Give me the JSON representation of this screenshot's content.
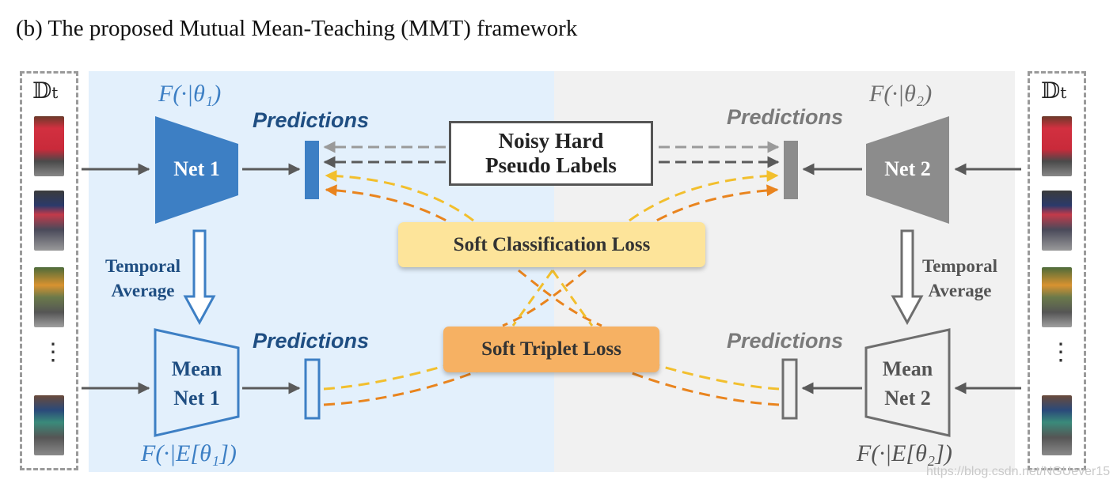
{
  "caption": "(b) The proposed Mutual Mean-Teaching (MMT) framework",
  "dataset_label": "𝔻",
  "dataset_subscript": "t",
  "net1_math": "F(·|θ₁)",
  "net2_math": "F(·|θ₂)",
  "mean_net1_math": "F(·|E[θ₁])",
  "mean_net2_math": "F(·|E[θ₂])",
  "net1_label": "Net 1",
  "net2_label": "Net 2",
  "mean_net1_lines": [
    "Mean",
    "Net 1"
  ],
  "mean_net2_lines": [
    "Mean",
    "Net 2"
  ],
  "predictions_label": "Predictions",
  "temporal_average_lines": [
    "Temporal",
    "Average"
  ],
  "noisy_labels_lines": [
    "Noisy Hard",
    "Pseudo Labels"
  ],
  "soft_classification_loss": "Soft Classification Loss",
  "soft_triplet_loss": "Soft Triplet Loss",
  "ellipsis": "⋮",
  "watermark": "https://blog.csdn.net/NGUever15",
  "colors": {
    "net1_blue": "#3d7fc4",
    "net2_gray": "#8c8c8c",
    "left_panel": "#e3f0fc",
    "right_panel": "#f1f1f1",
    "classification_loss": "#fde49a",
    "triplet_loss": "#f6b163",
    "yellow_dash": "#f2bf2d",
    "orange_dash": "#e9841e",
    "label_blue": "#1f4e82"
  }
}
